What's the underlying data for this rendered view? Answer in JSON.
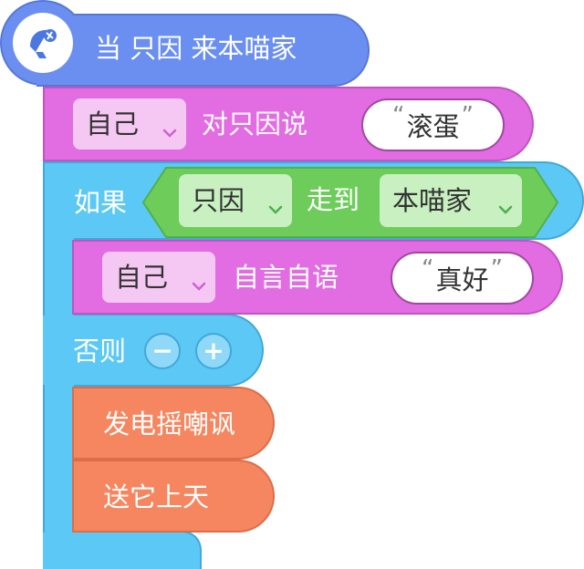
{
  "hat": {
    "icon": "satellite-dish-icon",
    "label": "当 只因 来本喵家"
  },
  "say": {
    "target": "自己",
    "verb": "对只因说",
    "message": "滚蛋"
  },
  "if_block": {
    "if_label": "如果",
    "condition": {
      "subject": "只因",
      "verb": "走到",
      "place": "本喵家"
    },
    "then": {
      "target": "自己",
      "verb": "自言自语",
      "message": "真好"
    },
    "else_label": "否则",
    "minus": "−",
    "plus": "+",
    "else_actions": [
      "发电摇嘲讽",
      "送它上天"
    ]
  },
  "quotes": {
    "open": "“",
    "close": "”"
  },
  "colors": {
    "hat": "#6a8ff0",
    "looks": "#e26ce2",
    "control": "#5cc8f5",
    "operator": "#6ecd5a",
    "action": "#f5865f"
  }
}
